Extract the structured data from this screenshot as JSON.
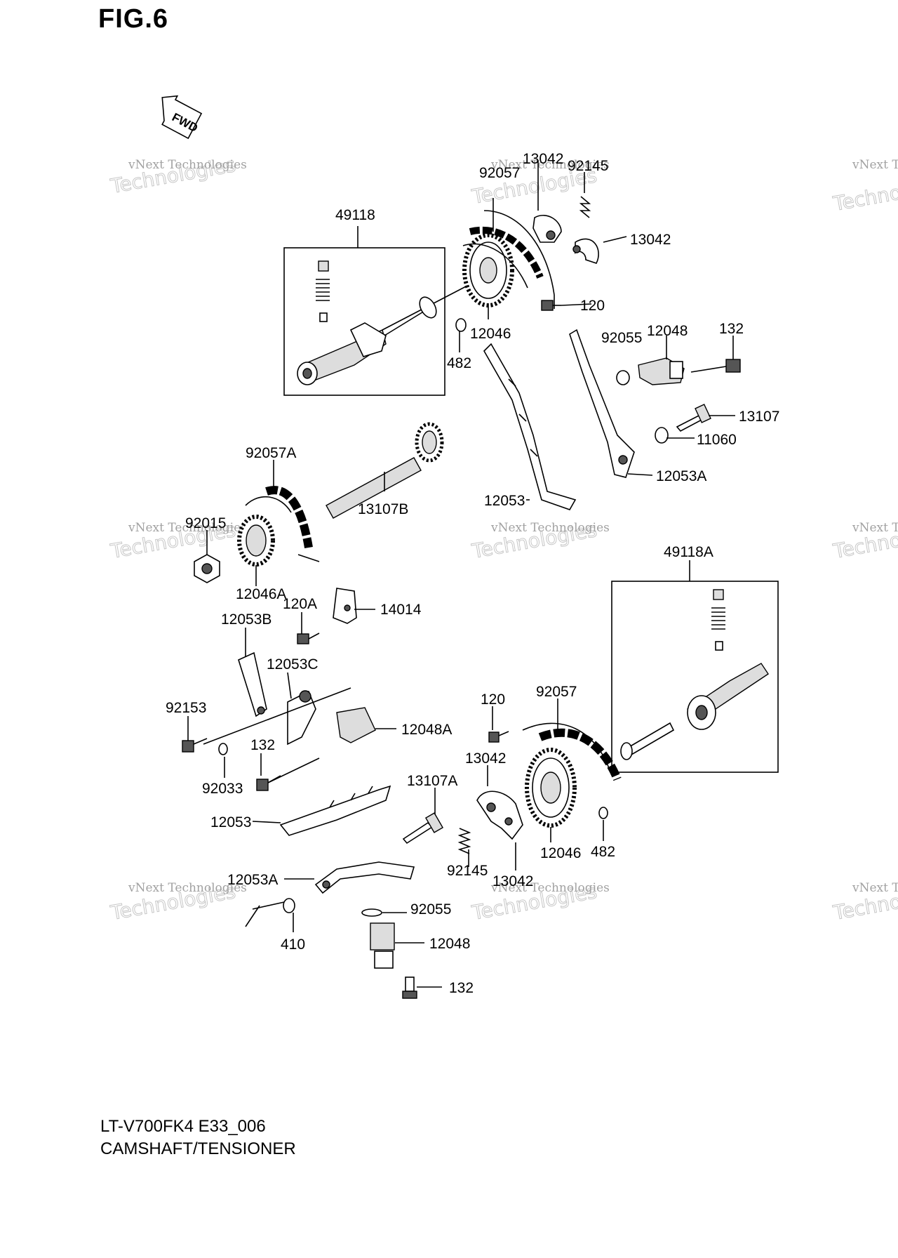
{
  "figure": {
    "title": "FIG.6",
    "code": "LT-V700FK4 E33_006",
    "name": "CAMSHAFT/TENSIONER",
    "fwd": "FWD"
  },
  "watermark": {
    "line_small": "vNext Technologies",
    "line_big": "Technologies",
    "line_arc": "vNext"
  },
  "labels": {
    "l_49118": "49118",
    "l_92057_top": "92057",
    "l_13042_top1": "13042",
    "l_92145_top": "92145",
    "l_13042_top2": "13042",
    "l_120_top": "120",
    "l_12046_top": "12046",
    "l_482_top": "482",
    "l_92055_top": "92055",
    "l_12048_top": "12048",
    "l_132_top": "132",
    "l_13107": "13107",
    "l_11060": "11060",
    "l_12053A_top": "12053A",
    "l_12053_top": "12053",
    "l_92057A": "92057A",
    "l_13107B": "13107B",
    "l_92015": "92015",
    "l_12046A": "12046A",
    "l_120A": "120A",
    "l_14014": "14014",
    "l_12053B": "12053B",
    "l_12053C": "12053C",
    "l_49118A": "49118A",
    "l_92153": "92153",
    "l_12048A": "12048A",
    "l_132_mid": "132",
    "l_92033": "92033",
    "l_120_bot": "120",
    "l_92057_bot": "92057",
    "l_13042_bot1": "13042",
    "l_13107A": "13107A",
    "l_12053_bot": "12053",
    "l_12046_bot": "12046",
    "l_482_bot": "482",
    "l_92145_bot": "92145",
    "l_13042_bot2": "13042",
    "l_12053A_bot": "12053A",
    "l_92055_bot": "92055",
    "l_410": "410",
    "l_12048_bot": "12048",
    "l_132_bot": "132"
  }
}
